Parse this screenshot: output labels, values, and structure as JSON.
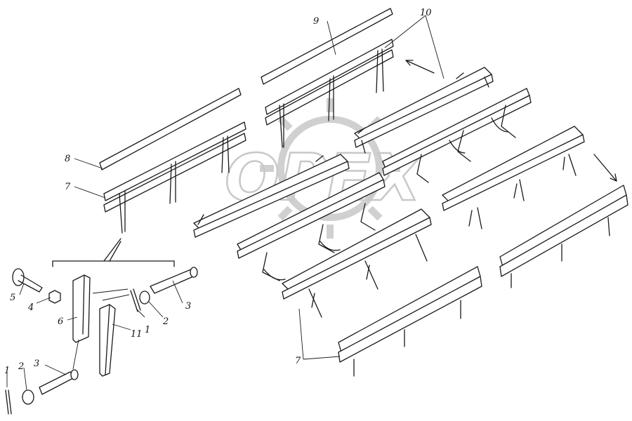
{
  "diagram": {
    "labels": {
      "l1a": "1",
      "l1b": "1",
      "l2a": "2",
      "l2b": "2",
      "l3a": "3",
      "l3b": "3",
      "l4": "4",
      "l5": "5",
      "l6": "6",
      "l7a": "7",
      "l7b": "7",
      "l8": "8",
      "l9": "9",
      "l10": "10",
      "l11": "11"
    },
    "watermark": "ОРЕХ"
  }
}
